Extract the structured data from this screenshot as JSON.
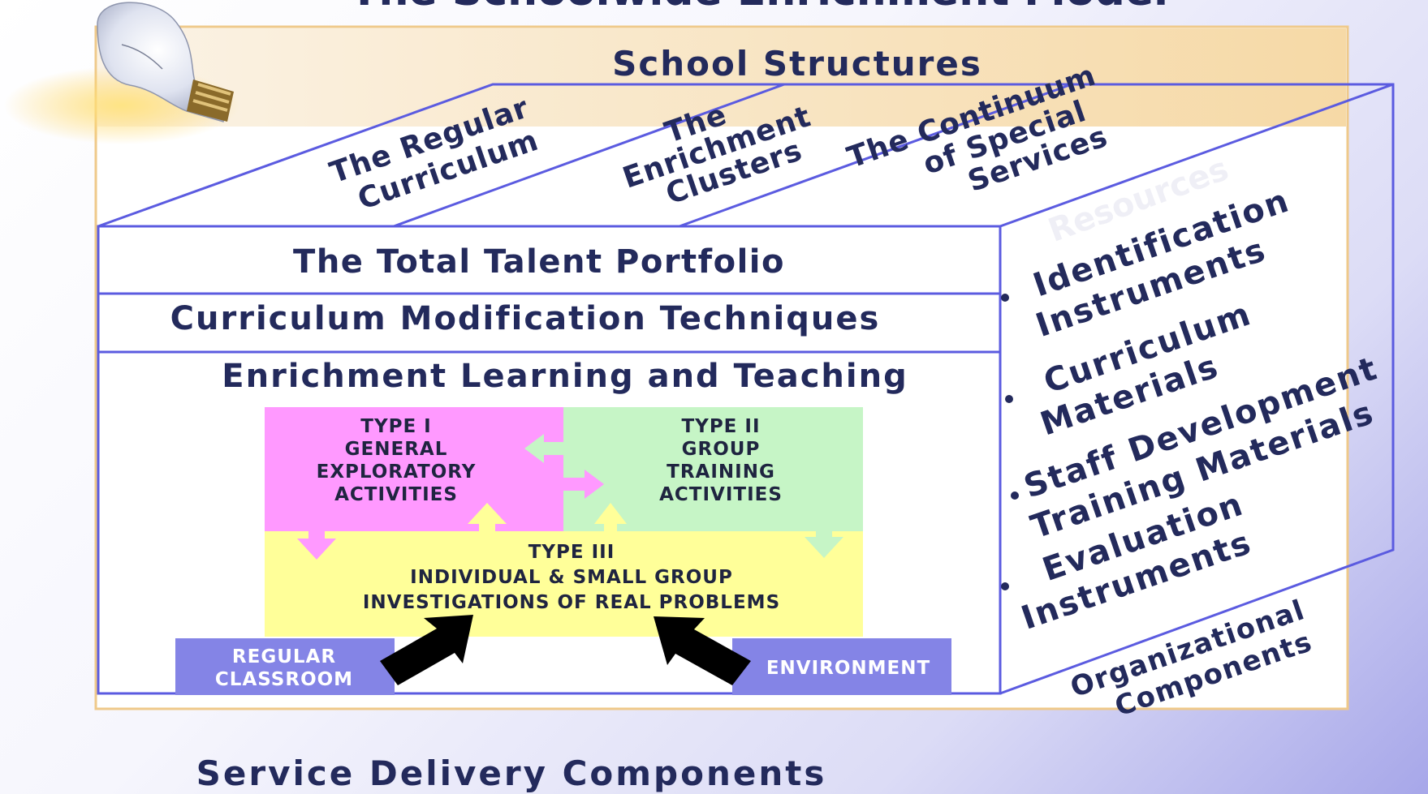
{
  "title": "The Schoolwide Enrichment Model",
  "school_structures": {
    "heading": "School Structures",
    "regular_curriculum": [
      "The Regular",
      "Curriculum"
    ],
    "enrichment_clusters": [
      "The",
      "Enrichment",
      "Clusters"
    ],
    "special_services": [
      "The Continuum",
      "of Special",
      "Services"
    ]
  },
  "service_delivery": {
    "total_talent_portfolio": "The Total Talent Portfolio",
    "curriculum_modification": "Curriculum Modification Techniques",
    "enrichment_learning": "Enrichment Learning and Teaching",
    "type1": [
      "TYPE I",
      "GENERAL",
      "EXPLORATORY",
      "ACTIVITIES"
    ],
    "type2": [
      "TYPE II",
      "GROUP",
      "TRAINING",
      "ACTIVITIES"
    ],
    "type3": [
      "TYPE III",
      "INDIVIDUAL & SMALL GROUP",
      "INVESTIGATIONS OF REAL PROBLEMS"
    ],
    "regular_classroom": [
      "REGULAR",
      "CLASSROOM"
    ],
    "environment": "ENVIRONMENT",
    "footer": "Service Delivery Components"
  },
  "organizational": {
    "resources_watermark": "Resources",
    "items": [
      [
        "Identification",
        "Instruments"
      ],
      [
        "Curriculum",
        "Materials"
      ],
      [
        "Staff Development",
        "Training Materials"
      ],
      [
        "Evaluation",
        "Instruments"
      ]
    ],
    "footer": [
      "Organizational",
      "Components"
    ]
  },
  "colors": {
    "outline": "#5b5be0",
    "text": "#232a5c",
    "type1": "#ff99ff",
    "type2": "#c6f5c6",
    "type3": "#ffff99",
    "label_box": "#8484e6",
    "header_band": "#f8e3bd",
    "frame": "#efc98a"
  }
}
